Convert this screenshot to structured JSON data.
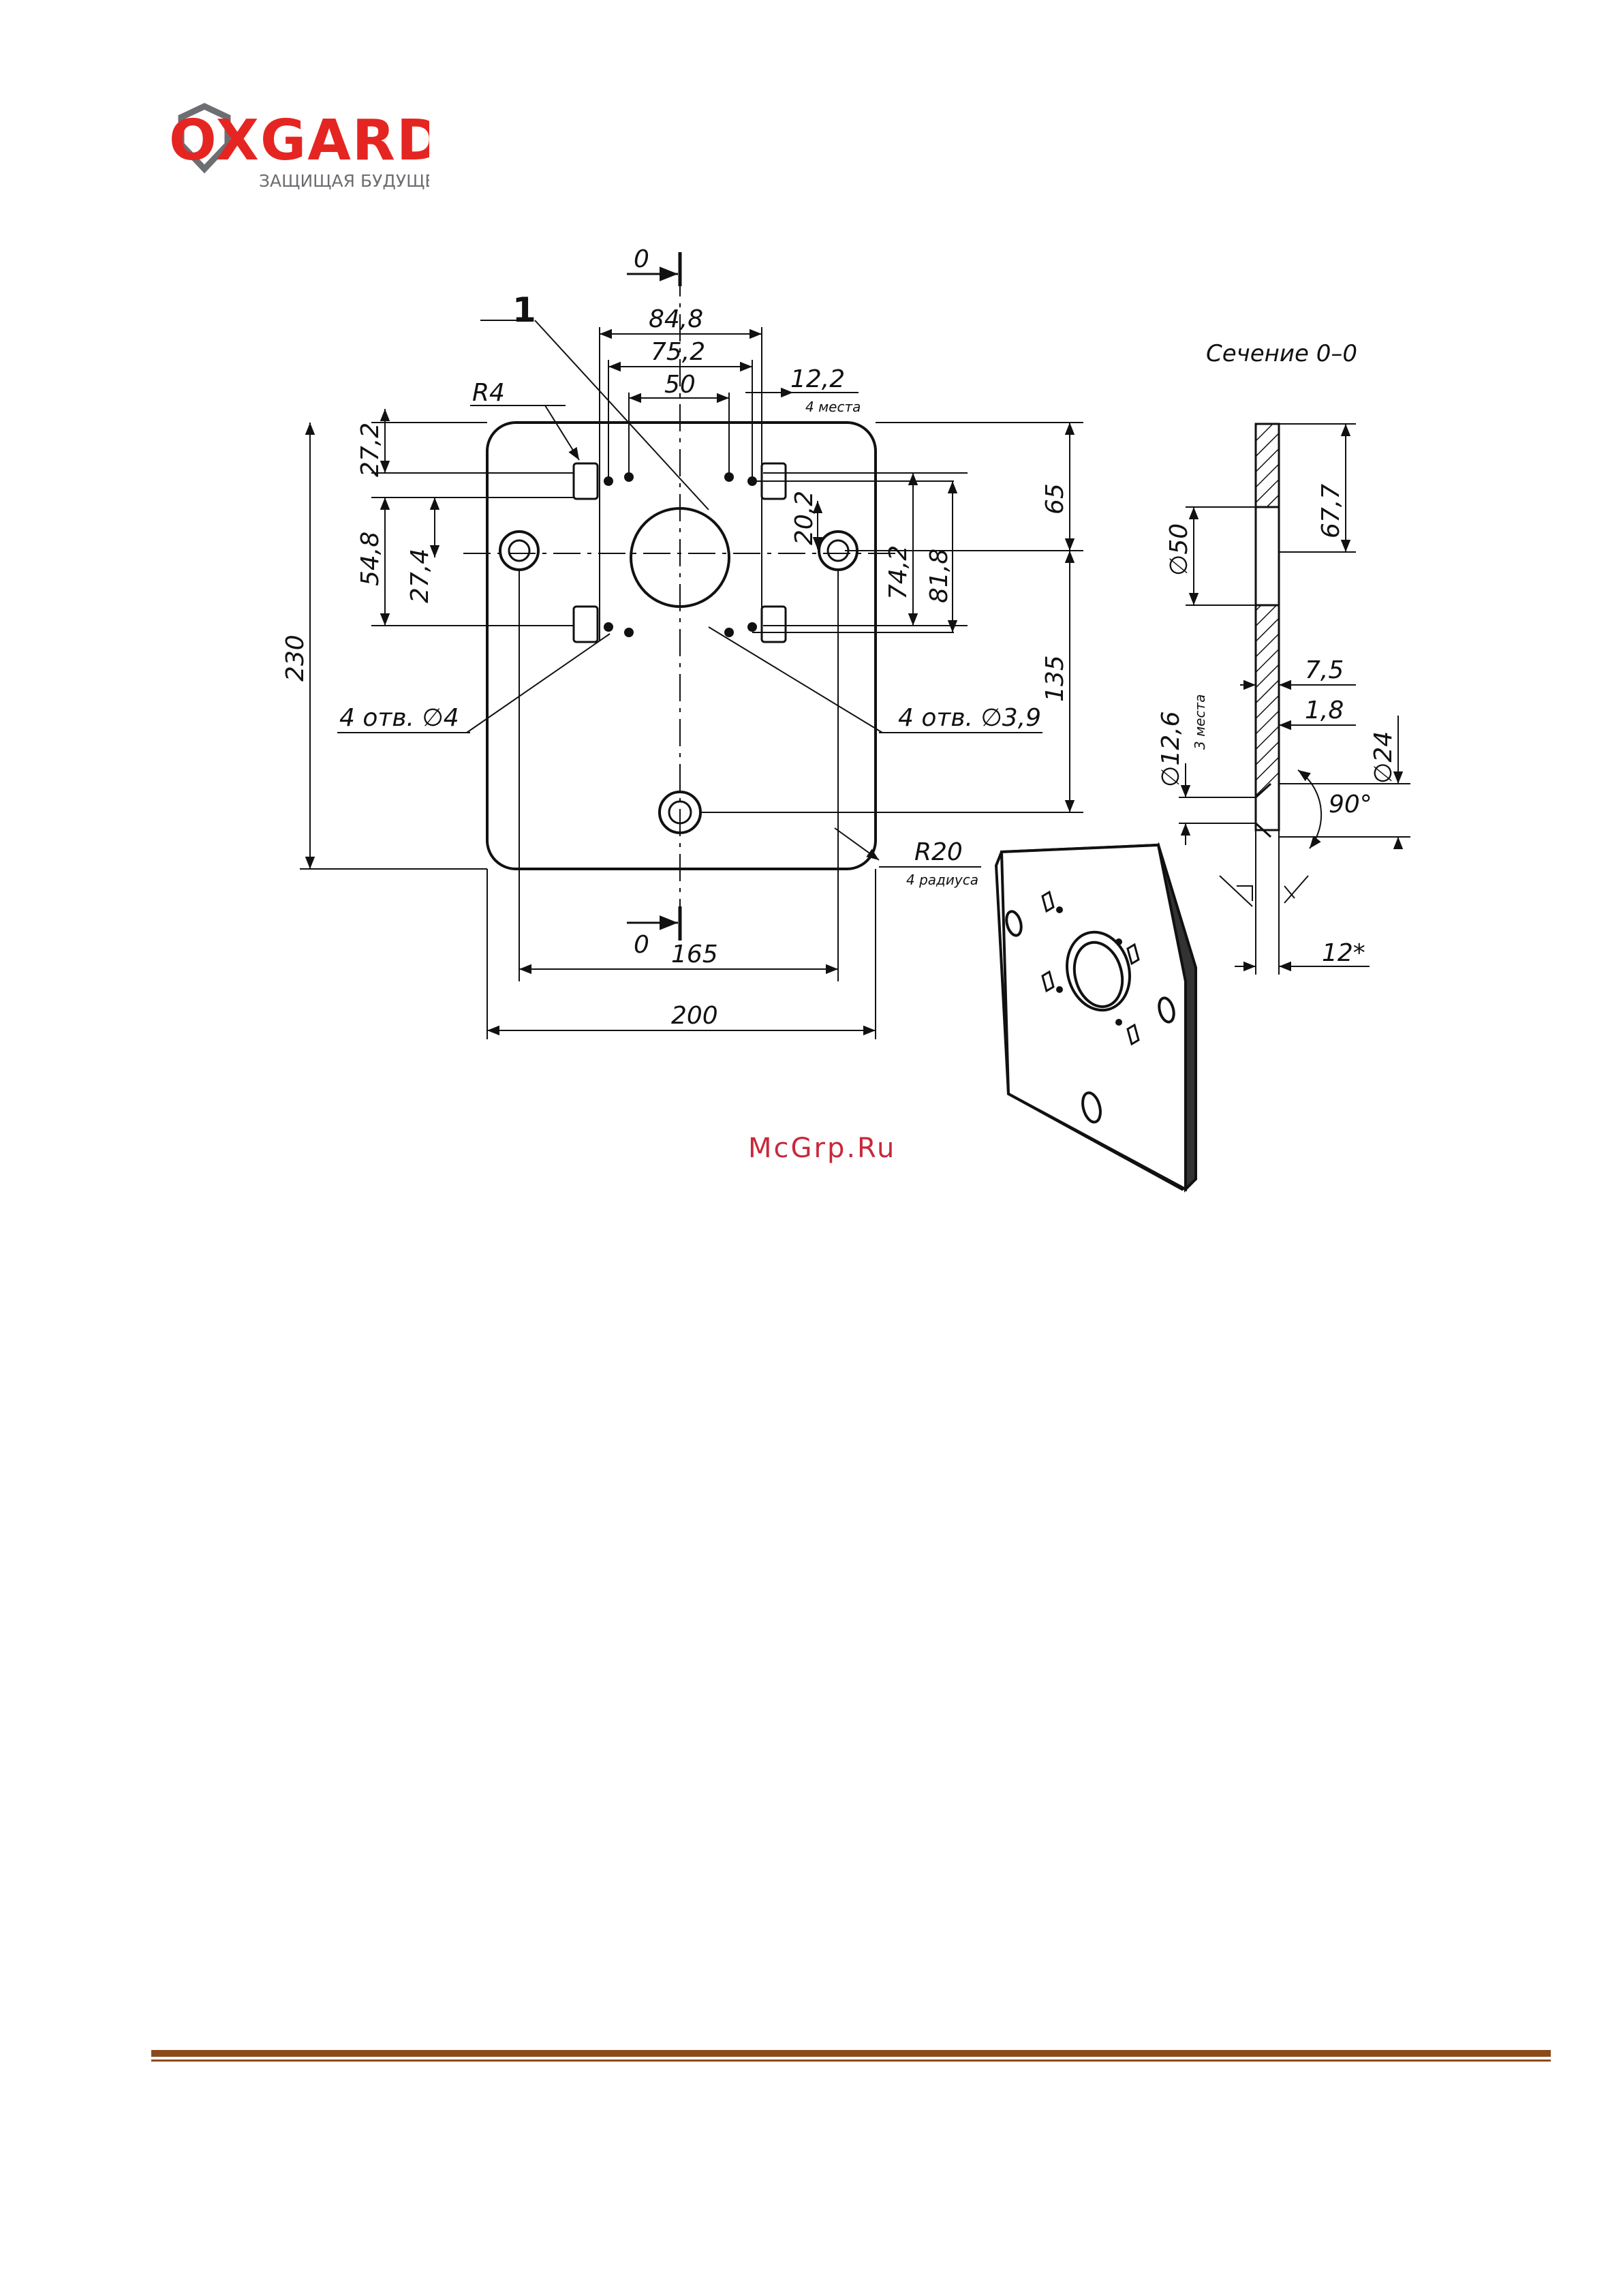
{
  "logo": {
    "brand": "OXGARD",
    "tagline": "ЗАЩИЩАЯ БУДУЩЕЕ",
    "brand_color": "#e52521",
    "gray": "#6d6e71"
  },
  "drawing": {
    "callout_number": "1",
    "section_mark": "0",
    "section_title": "Сечение 0–0",
    "watermark": "McGrp.Ru",
    "watermark_color": "#c8283a",
    "front": {
      "dim_84_8": "84,8",
      "dim_75_2": "75,2",
      "dim_50": "50",
      "dim_12_2": "12,2",
      "note_4_places": "4 места",
      "dim_r4": "R4",
      "dim_27_2": "27,2",
      "dim_54_8": "54,8",
      "dim_27_4": "27,4",
      "dim_230": "230",
      "dim_20_2": "20,2",
      "dim_74_2": "74,2",
      "dim_81_8": "81,8",
      "dim_65": "65",
      "dim_135": "135",
      "holes_4": "4 отв.  ∅4",
      "holes_3_9": "4 отв. ∅3,9",
      "dim_r20": "R20",
      "note_4_radii": "4 радиуса",
      "dim_165": "165",
      "dim_200": "200"
    },
    "section": {
      "dim_d50": "∅50",
      "dim_67_7": "67,7",
      "dim_7_5": "7,5",
      "dim_1_8": "1,8",
      "dim_d12_6": "∅12,6",
      "note_3_places": "3 места",
      "dim_d24": "∅24",
      "dim_90": "90°",
      "dim_12": "12*"
    }
  }
}
